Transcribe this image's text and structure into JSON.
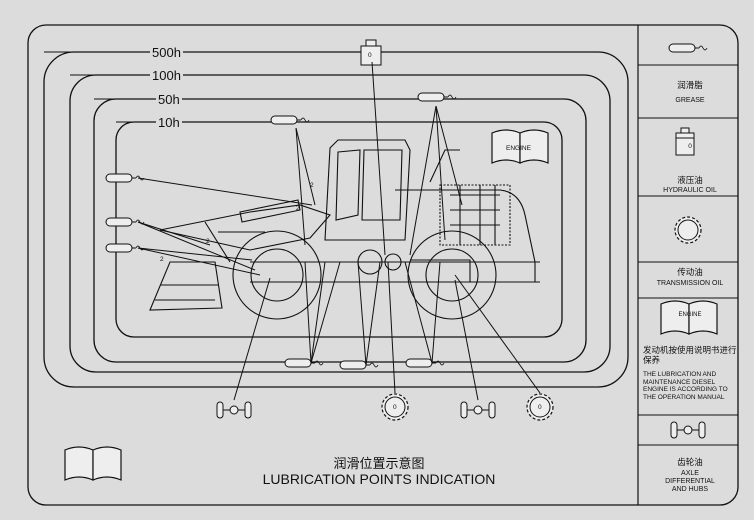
{
  "title": {
    "zh": "润滑位置示意图",
    "en": "LUBRICATION POINTS INDICATION"
  },
  "intervals": [
    "500h",
    "100h",
    "50h",
    "10h"
  ],
  "legend": {
    "grease": {
      "zh": "润滑脂",
      "en": "GREASE",
      "icon": "grease-gun-icon"
    },
    "hydraulic": {
      "zh": "液压油",
      "en": "HYDRAULIC OIL",
      "icon": "hydraulic-tank-icon"
    },
    "transmission": {
      "zh": "传动油",
      "en": "TRANSMISSION OIL",
      "icon": "gear-icon"
    },
    "engine": {
      "zh": "发动机按使用说明书进行保养",
      "en": "THE LUBRICATION AND MAINTENANCE DIESEL ENGINE IS ACCORDING TO THE OPERATION MANUAL",
      "icon": "engine-manual-icon",
      "badge": "ENGINE"
    },
    "axle": {
      "zh": "齿轮油",
      "en": "AXLE DIFFERENTIAL AND HUBS",
      "icon": "axle-icon"
    }
  },
  "diagram": {
    "engine_badge": "ENGINE",
    "tank_mark": "0",
    "gear_mark": "0",
    "point_count_labels": [
      "2",
      "2",
      "2",
      "2"
    ]
  },
  "colors": {
    "background": "#dcdcdc",
    "line": "#111111"
  }
}
